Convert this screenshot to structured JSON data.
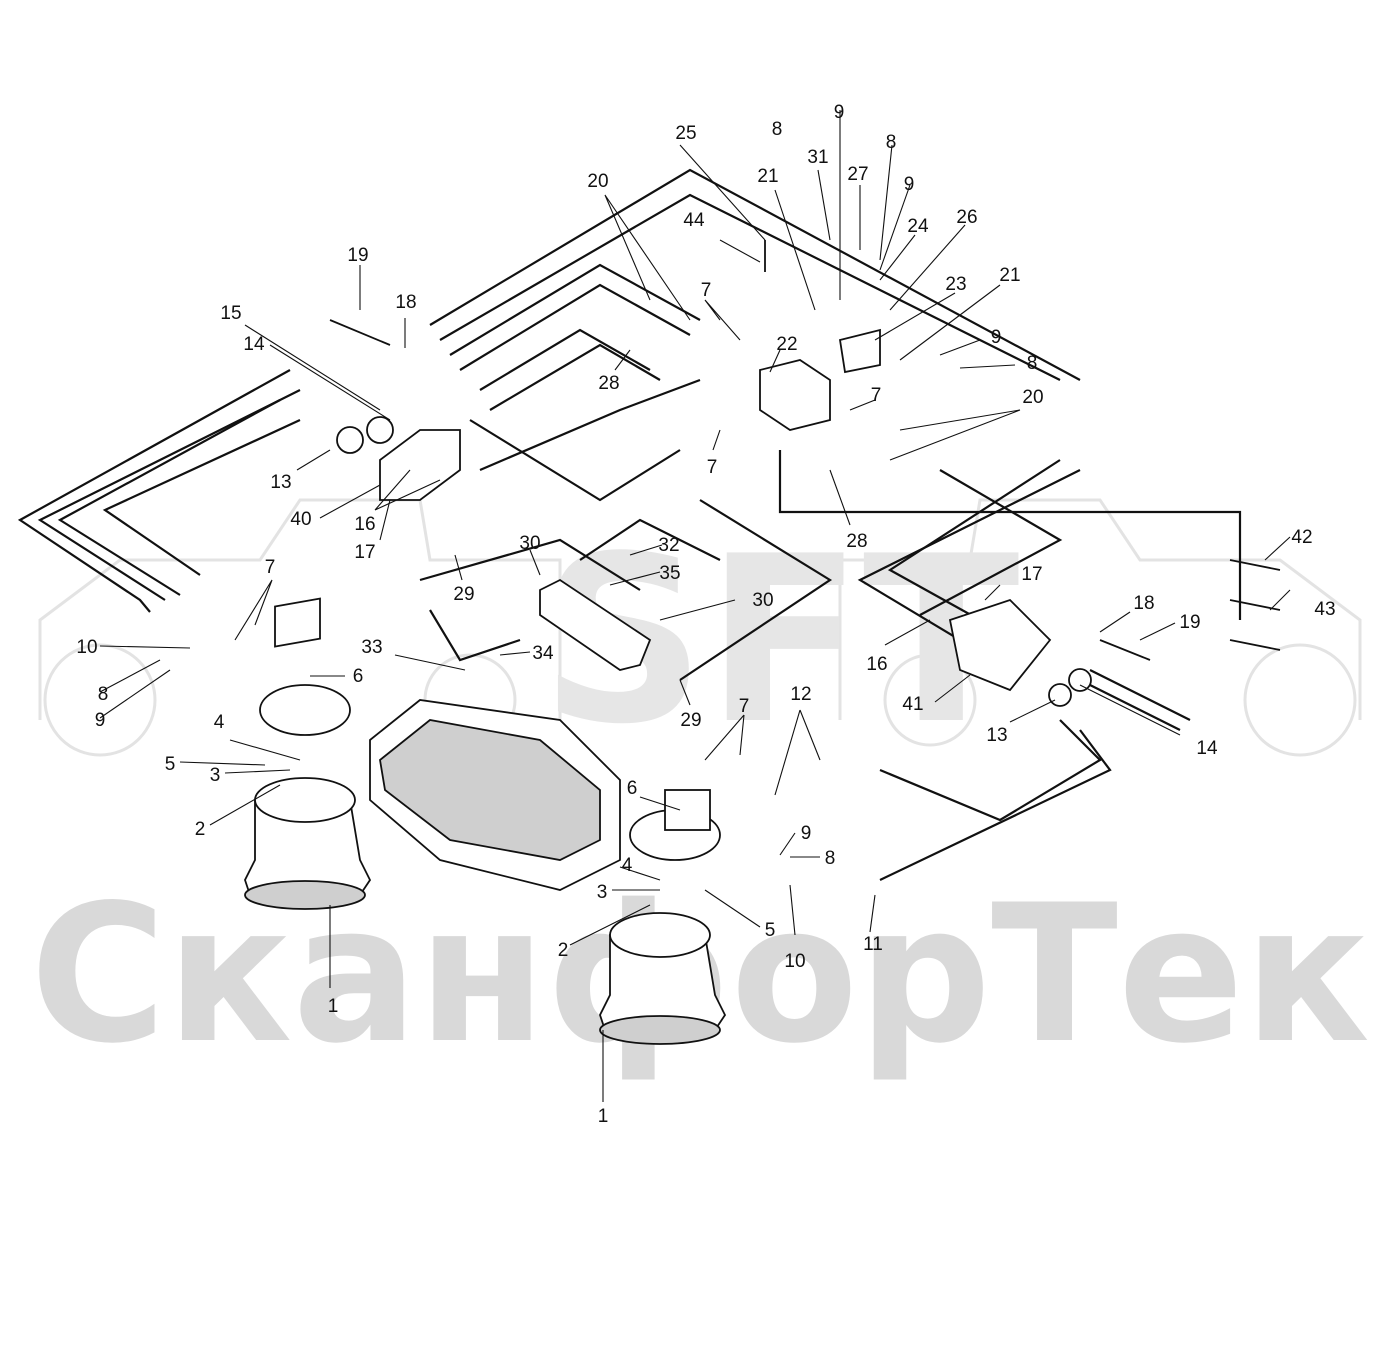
{
  "watermark": {
    "logo": "SFT",
    "brand": "СканфорТек",
    "color_logo": "#e6e6e6",
    "color_brand": "#d9d9d9"
  },
  "diagram": {
    "line_color": "#111111",
    "callouts": [
      {
        "id": "c1a",
        "label": "1"
      },
      {
        "id": "c1b",
        "label": "1"
      },
      {
        "id": "c2a",
        "label": "2"
      },
      {
        "id": "c2b",
        "label": "2"
      },
      {
        "id": "c3a",
        "label": "3"
      },
      {
        "id": "c3b",
        "label": "3"
      },
      {
        "id": "c4a",
        "label": "4"
      },
      {
        "id": "c4b",
        "label": "4"
      },
      {
        "id": "c5a",
        "label": "5"
      },
      {
        "id": "c5b",
        "label": "5"
      },
      {
        "id": "c6a",
        "label": "6"
      },
      {
        "id": "c6b",
        "label": "6"
      },
      {
        "id": "c7a",
        "label": "7"
      },
      {
        "id": "c7b",
        "label": "7"
      },
      {
        "id": "c7c",
        "label": "7"
      },
      {
        "id": "c7d",
        "label": "7"
      },
      {
        "id": "c7e",
        "label": "7"
      },
      {
        "id": "c8a",
        "label": "8"
      },
      {
        "id": "c8b",
        "label": "8"
      },
      {
        "id": "c8c",
        "label": "8"
      },
      {
        "id": "c8d",
        "label": "8"
      },
      {
        "id": "c8e",
        "label": "8"
      },
      {
        "id": "c9a",
        "label": "9"
      },
      {
        "id": "c9b",
        "label": "9"
      },
      {
        "id": "c9c",
        "label": "9"
      },
      {
        "id": "c9d",
        "label": "9"
      },
      {
        "id": "c9e",
        "label": "9"
      },
      {
        "id": "c10a",
        "label": "10"
      },
      {
        "id": "c10b",
        "label": "10"
      },
      {
        "id": "c11",
        "label": "11"
      },
      {
        "id": "c12",
        "label": "12"
      },
      {
        "id": "c13a",
        "label": "13"
      },
      {
        "id": "c13b",
        "label": "13"
      },
      {
        "id": "c14a",
        "label": "14"
      },
      {
        "id": "c14b",
        "label": "14"
      },
      {
        "id": "c15",
        "label": "15"
      },
      {
        "id": "c16a",
        "label": "16"
      },
      {
        "id": "c16b",
        "label": "16"
      },
      {
        "id": "c17a",
        "label": "17"
      },
      {
        "id": "c17b",
        "label": "17"
      },
      {
        "id": "c18a",
        "label": "18"
      },
      {
        "id": "c18b",
        "label": "18"
      },
      {
        "id": "c19a",
        "label": "19"
      },
      {
        "id": "c19b",
        "label": "19"
      },
      {
        "id": "c20a",
        "label": "20"
      },
      {
        "id": "c20b",
        "label": "20"
      },
      {
        "id": "c21a",
        "label": "21"
      },
      {
        "id": "c21b",
        "label": "21"
      },
      {
        "id": "c22",
        "label": "22"
      },
      {
        "id": "c23",
        "label": "23"
      },
      {
        "id": "c24",
        "label": "24"
      },
      {
        "id": "c25",
        "label": "25"
      },
      {
        "id": "c26",
        "label": "26"
      },
      {
        "id": "c27",
        "label": "27"
      },
      {
        "id": "c28a",
        "label": "28"
      },
      {
        "id": "c28b",
        "label": "28"
      },
      {
        "id": "c29a",
        "label": "29"
      },
      {
        "id": "c29b",
        "label": "29"
      },
      {
        "id": "c30a",
        "label": "30"
      },
      {
        "id": "c30b",
        "label": "30"
      },
      {
        "id": "c31",
        "label": "31"
      },
      {
        "id": "c32",
        "label": "32"
      },
      {
        "id": "c33",
        "label": "33"
      },
      {
        "id": "c34",
        "label": "34"
      },
      {
        "id": "c35",
        "label": "35"
      },
      {
        "id": "c40",
        "label": "40"
      },
      {
        "id": "c41",
        "label": "41"
      },
      {
        "id": "c42",
        "label": "42"
      },
      {
        "id": "c43",
        "label": "43"
      },
      {
        "id": "c44",
        "label": "44"
      }
    ]
  }
}
